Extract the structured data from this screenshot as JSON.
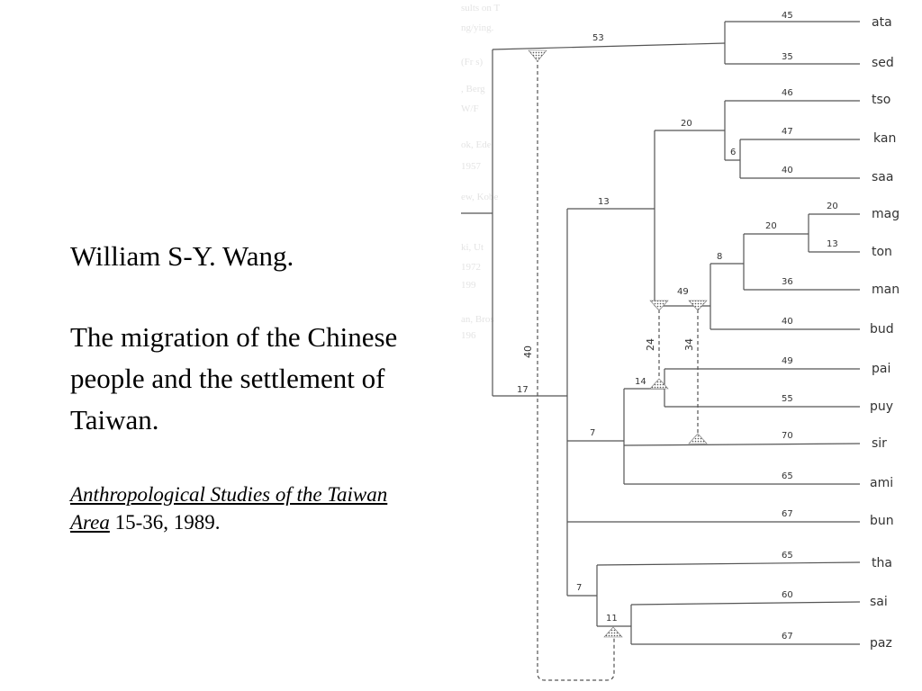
{
  "slide": {
    "author": "William S-Y. Wang.",
    "title": "The migration of the Chinese people and the settlement of Taiwan.",
    "journal": "Anthropological Studies of the Taiwan Area",
    "pages_year": " 15-36, 1989."
  },
  "tree": {
    "leaves": [
      {
        "label": "ata",
        "branch": "45"
      },
      {
        "label": "sed",
        "branch": "35"
      },
      {
        "label": "tso",
        "branch": "46"
      },
      {
        "label": "kan",
        "branch": "47"
      },
      {
        "label": "saa",
        "branch": "40"
      },
      {
        "label": "mag",
        "branch": "20"
      },
      {
        "label": "ton",
        "branch": "13"
      },
      {
        "label": "man",
        "branch": "36"
      },
      {
        "label": "bud",
        "branch": "40"
      },
      {
        "label": "pai",
        "branch": "49"
      },
      {
        "label": "puy",
        "branch": "55"
      },
      {
        "label": "sir",
        "branch": "70"
      },
      {
        "label": "ami",
        "branch": "65"
      },
      {
        "label": "bun",
        "branch": "67"
      },
      {
        "label": "tha",
        "branch": "65"
      },
      {
        "label": "sai",
        "branch": "60"
      },
      {
        "label": "paz",
        "branch": "67"
      }
    ],
    "internal": [
      {
        "id": "n-ata-sed",
        "label": "53"
      },
      {
        "id": "n-upper",
        "label": "13"
      },
      {
        "id": "n-north",
        "label": "20"
      },
      {
        "id": "n-kan-saa",
        "label": "6"
      },
      {
        "id": "n-mag-ton",
        "label": "20"
      },
      {
        "id": "n-mag-ton-man",
        "label": "8"
      },
      {
        "id": "n-bud-group",
        "label": "49"
      },
      {
        "id": "n-root-lower",
        "label": "17"
      },
      {
        "id": "n-pai-puy",
        "label": "14"
      },
      {
        "id": "n-middle",
        "label": "7"
      },
      {
        "id": "n-south",
        "label": "7"
      },
      {
        "id": "n-sai-paz",
        "label": "11"
      }
    ],
    "migrations": [
      {
        "id": "m-long",
        "label": "40"
      },
      {
        "id": "m-a",
        "label": "24"
      },
      {
        "id": "m-b",
        "label": "34"
      }
    ]
  }
}
